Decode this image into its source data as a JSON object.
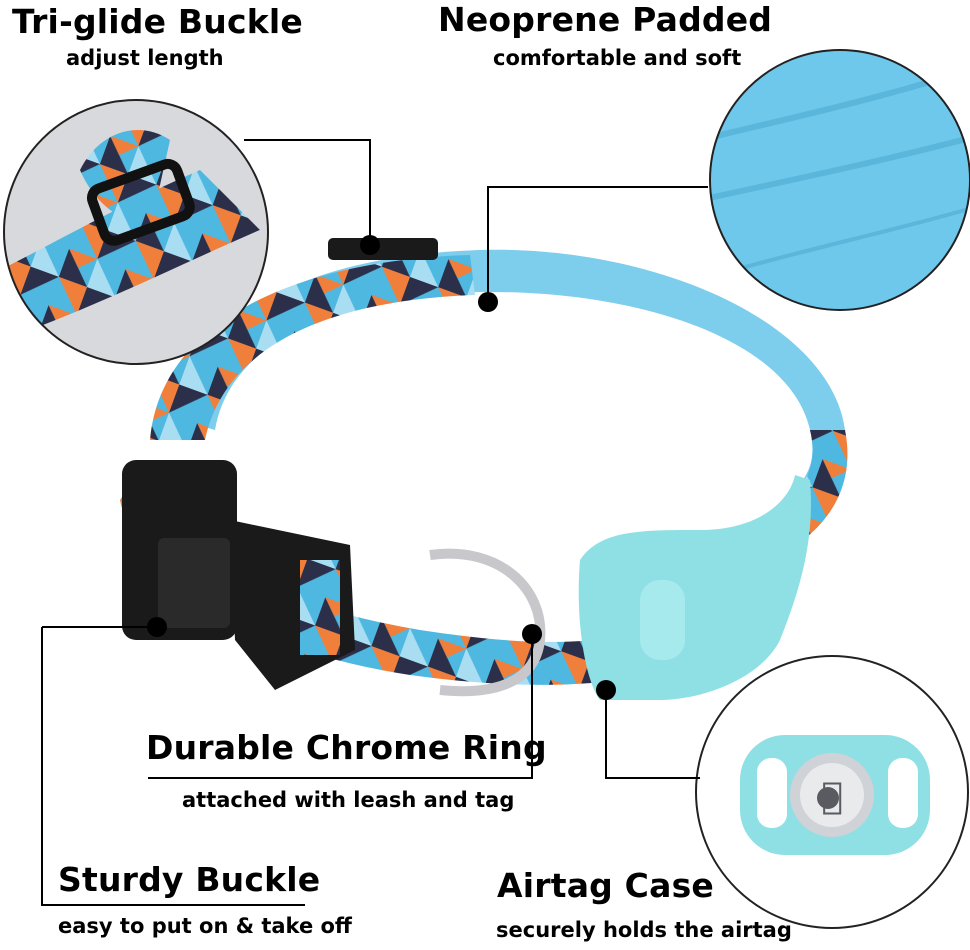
{
  "features": {
    "tri_glide": {
      "title": "Tri-glide Buckle",
      "subtitle": "adjust length"
    },
    "neoprene": {
      "title": "Neoprene Padded",
      "subtitle": "comfortable and soft"
    },
    "chrome_ring": {
      "title": "Durable Chrome Ring",
      "subtitle": "attached with leash and tag"
    },
    "sturdy_buckle": {
      "title": "Sturdy Buckle",
      "subtitle": "easy to put on & take off"
    },
    "airtag": {
      "title": "Airtag Case",
      "subtitle": "securely holds the airtag"
    }
  },
  "colors": {
    "collar_blue": "#4fb8e0",
    "padding_blue": "#7dcdec",
    "orange": "#f07f3c",
    "navy": "#2c2f4a",
    "light_blue": "#a9def2",
    "airtag_case": "#8fe0e4",
    "buckle_black": "#1a1a1a",
    "chrome": "#c8c8cc"
  }
}
